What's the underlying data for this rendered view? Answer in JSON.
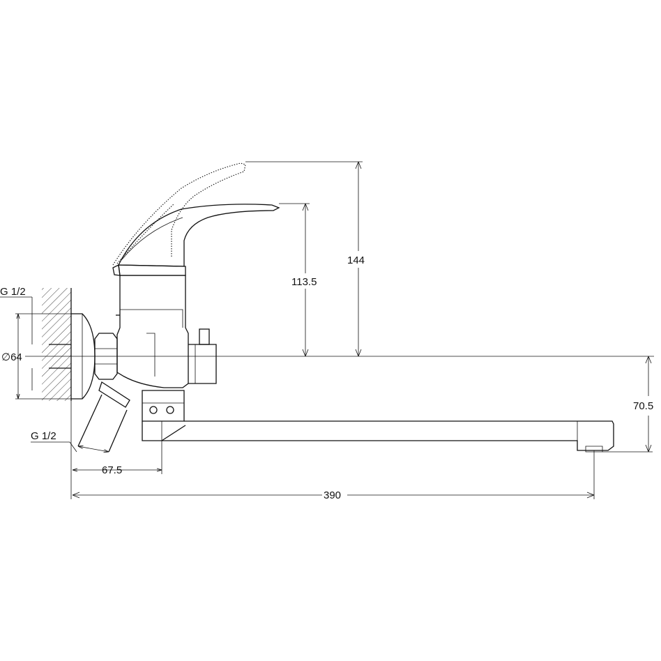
{
  "drawing": {
    "dimensions": {
      "thread_top": "G 1/2",
      "flange_diameter": "∅64",
      "thread_bottom": "G 1/2",
      "offset_width": "67.5",
      "total_length": "390",
      "lever_height": "113.5",
      "lever_raised_height": "144",
      "spout_drop": "70.5"
    },
    "colors": {
      "line": "#111111",
      "background": "#ffffff"
    }
  }
}
